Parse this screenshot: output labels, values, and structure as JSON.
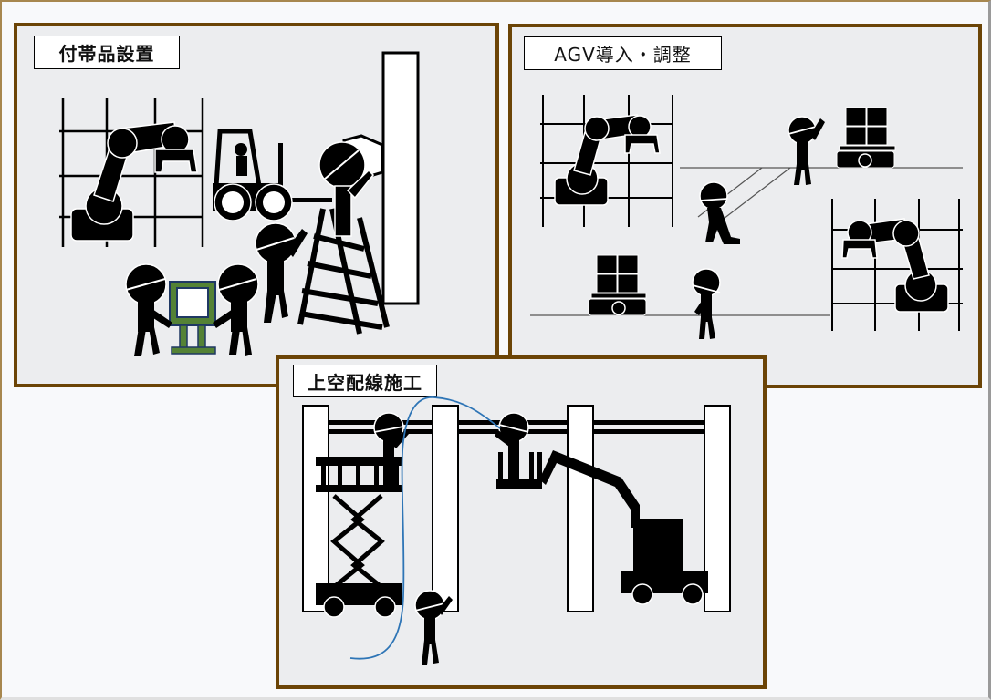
{
  "slide": {
    "background": "#f8f9fb",
    "panel_border_color": "#6b4406",
    "panel_fill_color": "#ecedef"
  },
  "panels": [
    {
      "id": "accessory-installation",
      "title": "付帯品設置",
      "illustration_elements": [
        "robot-arm-in-cell",
        "forklift-with-driver",
        "worker-on-ladder-placing-box",
        "white-wall-panel",
        "workers-at-control-panel",
        "worker-waving"
      ],
      "accent_color": "#548235"
    },
    {
      "id": "agv-introduction",
      "title": "AGV導入・調整",
      "illustration_elements": [
        "robot-arm-in-cell-left",
        "robot-arm-in-cell-right",
        "agv-with-boxes-top",
        "agv-with-boxes-bottom",
        "worker-waving",
        "worker-kneeling",
        "worker-standing",
        "floor-lines"
      ]
    },
    {
      "id": "overhead-wiring",
      "title": "上空配線施工",
      "illustration_elements": [
        "columns",
        "overhead-cable-tray",
        "scissor-lift-with-worker",
        "boom-lift-with-worker",
        "ground-worker",
        "blue-cable"
      ],
      "cable_color": "#2e75b6"
    }
  ]
}
